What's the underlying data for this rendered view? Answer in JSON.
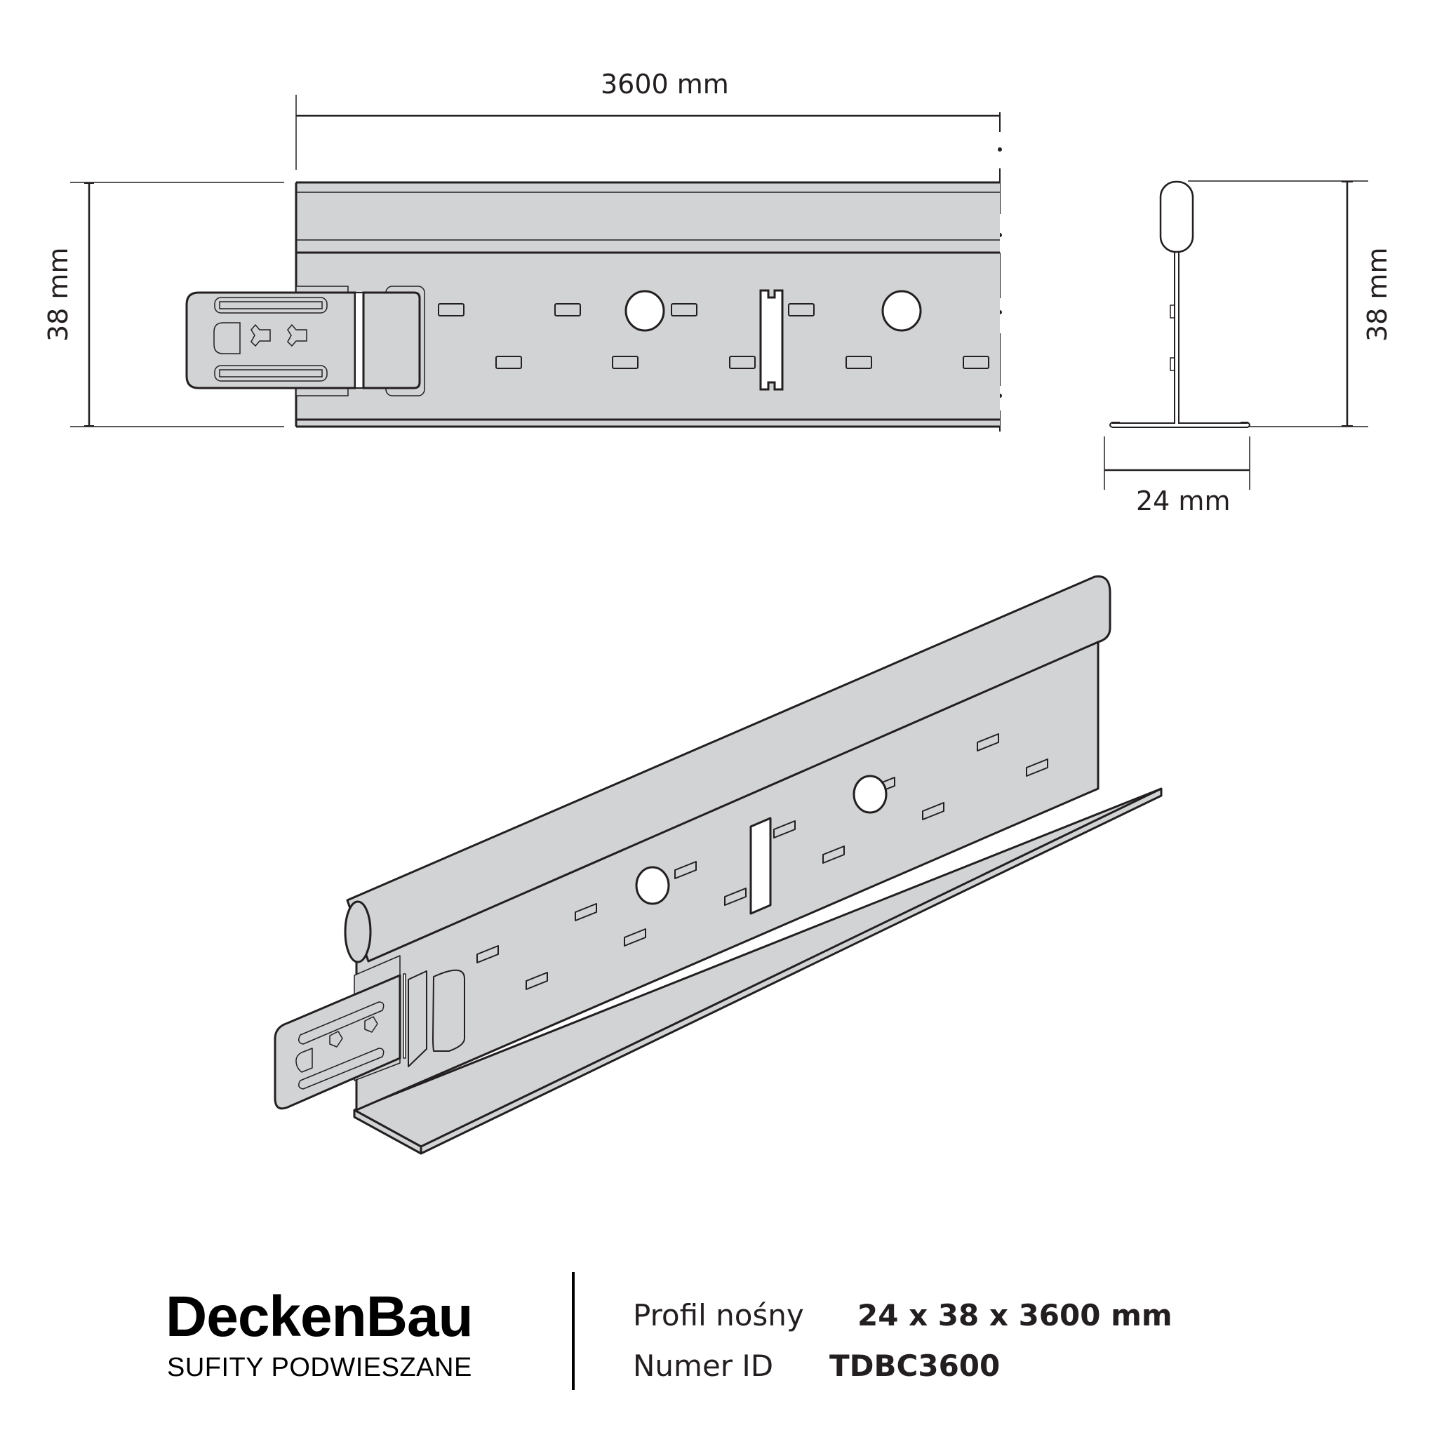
{
  "drawing": {
    "front_view": {
      "length_label": "3600 mm",
      "height_label": "38 mm"
    },
    "section_view": {
      "height_label": "38 mm",
      "width_label": "24 mm"
    },
    "colors": {
      "profile_fill": "#d1d3d4",
      "stroke": "#231f20",
      "background": "#ffffff"
    }
  },
  "footer": {
    "brand": "DeckenBau",
    "tagline": "SUFITY PODWIESZANE",
    "specs": [
      {
        "label": "Profil nośny",
        "value": "24 x 38 x 3600 mm"
      },
      {
        "label": "Numer ID",
        "value": "TDBC3600"
      }
    ]
  }
}
